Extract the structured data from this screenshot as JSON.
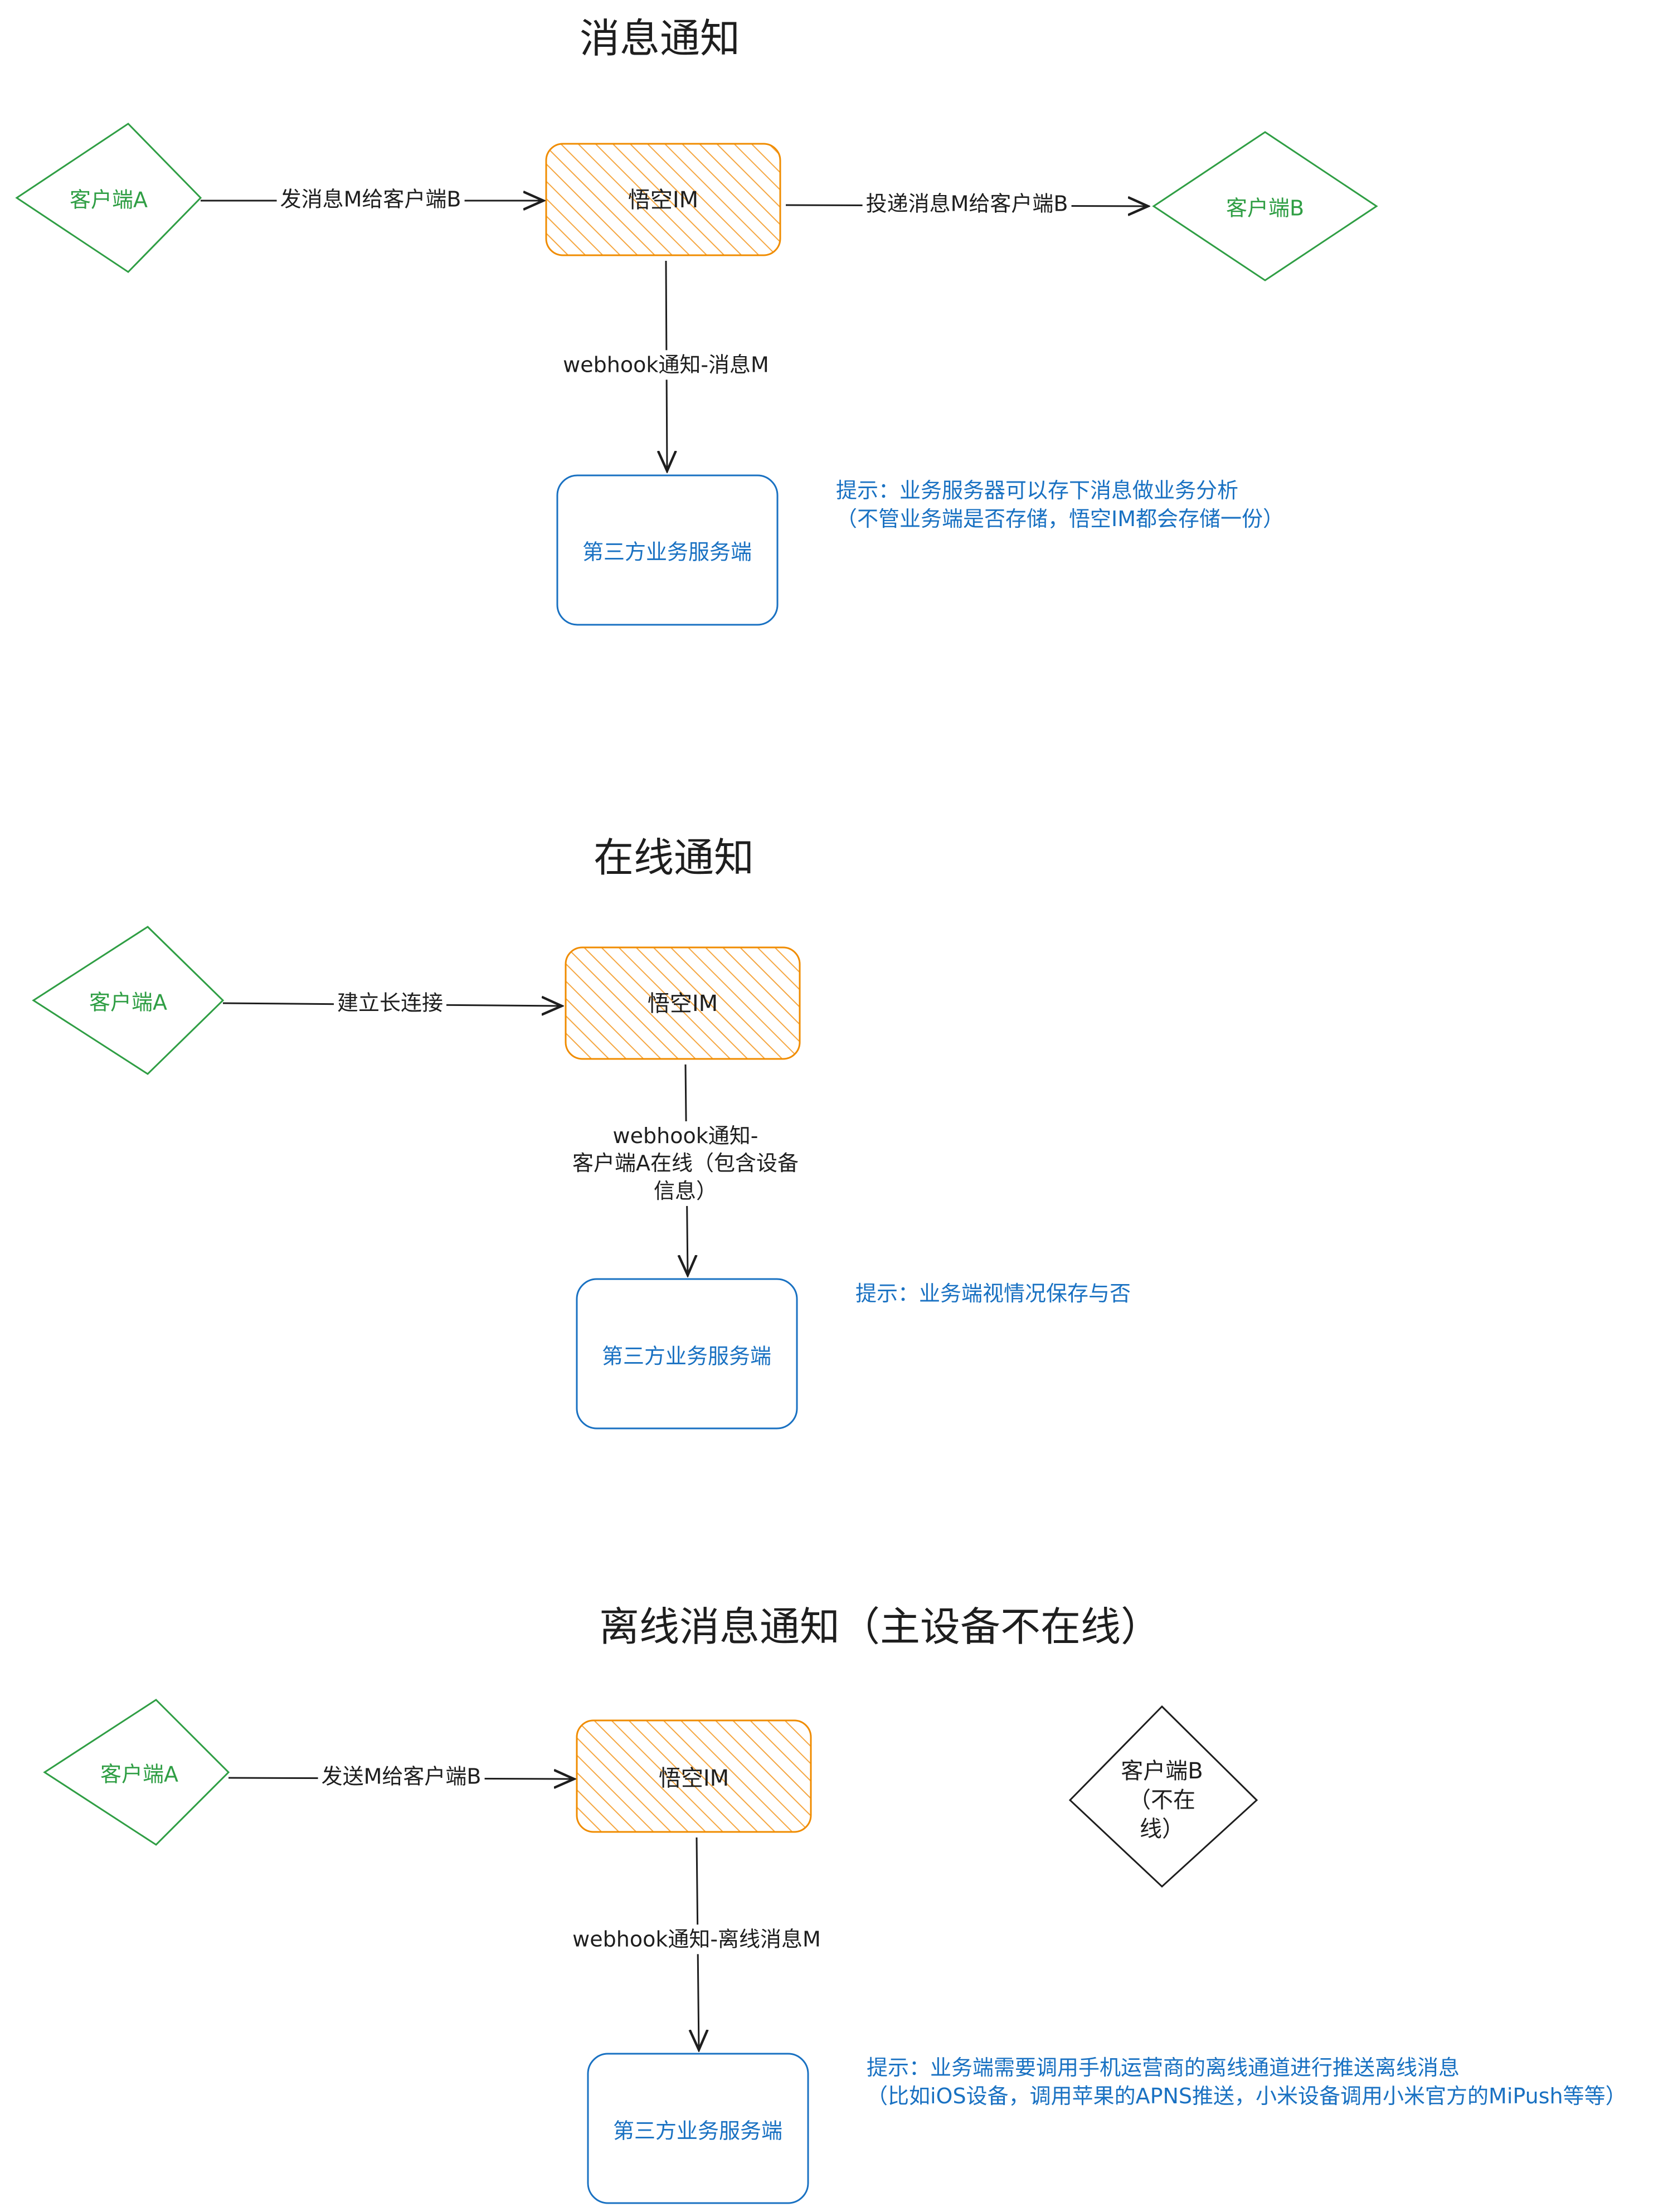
{
  "colors": {
    "client_stroke": "#2f9e44",
    "im_stroke": "#f08c00",
    "im_hatch": "#f5a742",
    "service_stroke": "#1971c2",
    "offline_stroke": "#1e1e1e",
    "arrow": "#1e1e1e",
    "tip_text": "#1971c2"
  },
  "section1": {
    "title": "消息通知",
    "client_a": "客户端A",
    "im": "悟空IM",
    "client_b": "客户端B",
    "service": "第三方业务服务端",
    "edge_send": "发消息M给客户端B",
    "edge_deliver": "投递消息M给客户端B",
    "edge_webhook": "webhook通知-消息M",
    "tip_line1": "提示：业务服务器可以存下消息做业务分析",
    "tip_line2": "（不管业务端是否存储，悟空IM都会存储一份）"
  },
  "section2": {
    "title": "在线通知",
    "client_a": "客户端A",
    "im": "悟空IM",
    "service": "第三方业务服务端",
    "edge_connect": "建立长连接",
    "edge_webhook_line1": "webhook通知-",
    "edge_webhook_line2": "客户端A在线（包含设备",
    "edge_webhook_line3": "信息）",
    "tip_line1": "提示：业务端视情况保存与否"
  },
  "section3": {
    "title": "离线消息通知（主设备不在线）",
    "client_a": "客户端A",
    "im": "悟空IM",
    "client_b_line1": "客户端B",
    "client_b_line2": "（不在",
    "client_b_line3": "线）",
    "service": "第三方业务服务端",
    "edge_send": "发送M给客户端B",
    "edge_webhook": "webhook通知-离线消息M",
    "tip_line1": "提示：业务端需要调用手机运营商的离线通道进行推送离线消息",
    "tip_line2": "（比如iOS设备，调用苹果的APNS推送，小米设备调用小米官方的MiPush等等）"
  }
}
